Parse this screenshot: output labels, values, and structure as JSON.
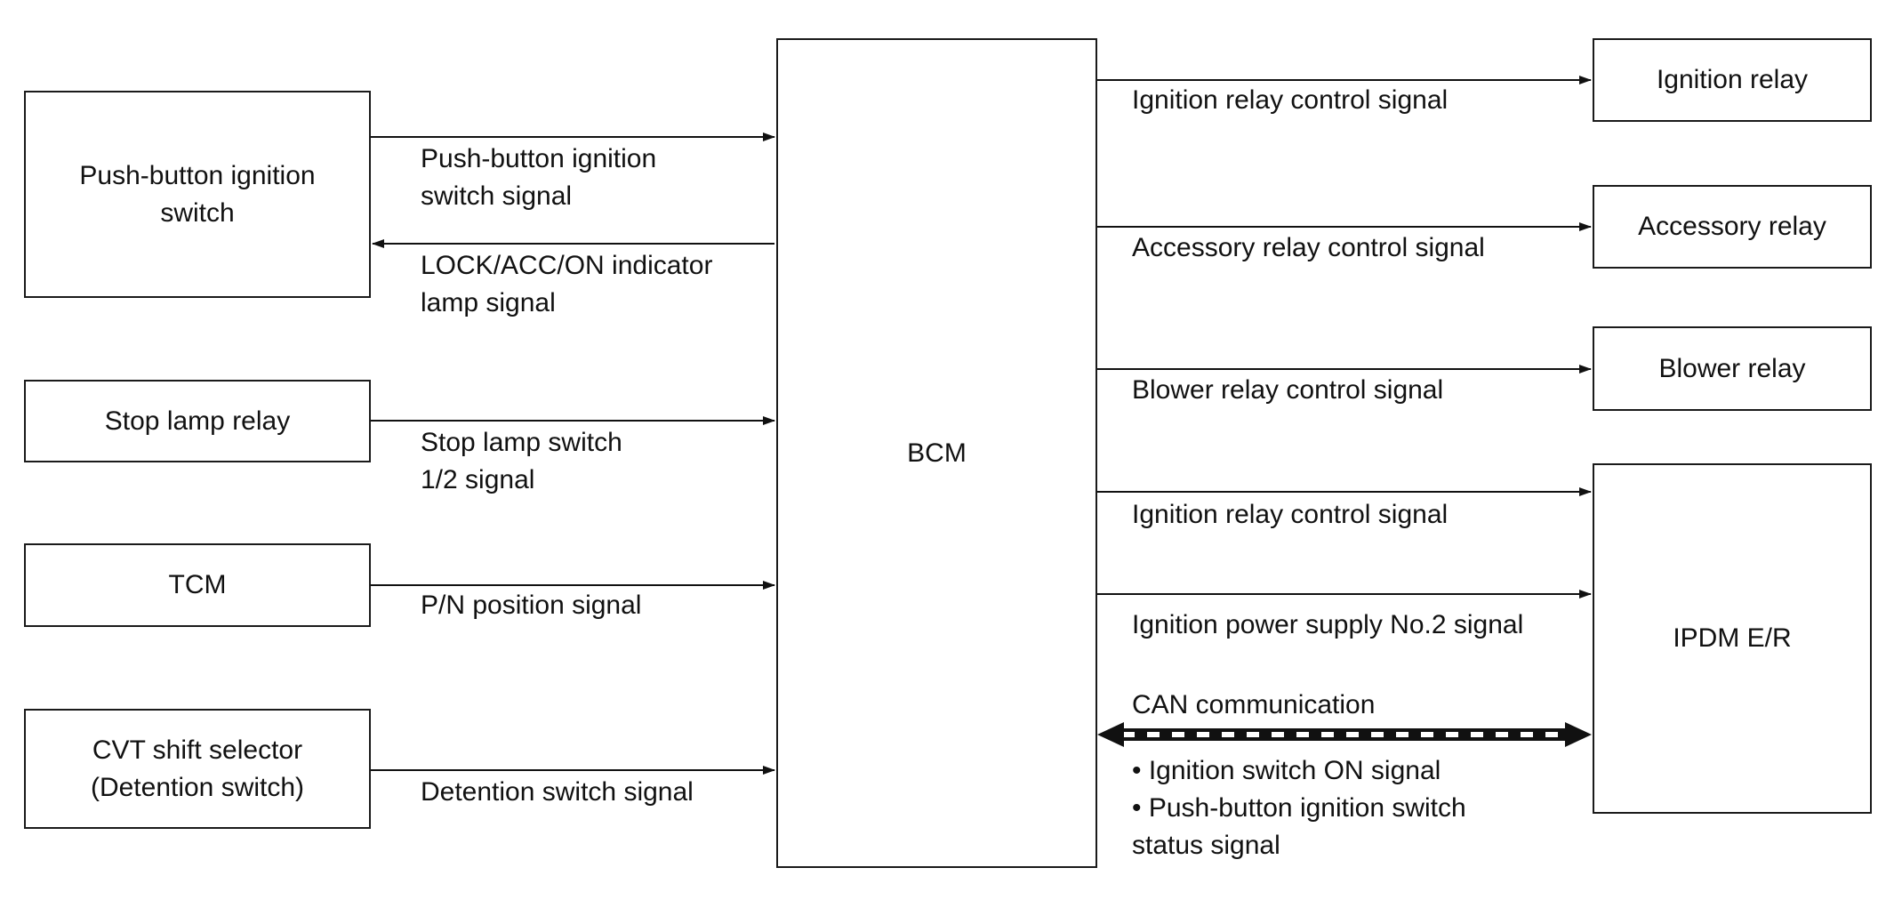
{
  "blocks": {
    "push_button_switch": "Push-button ignition\nswitch",
    "stop_lamp_relay": "Stop lamp relay",
    "tcm": "TCM",
    "cvt_selector": "CVT shift selector\n(Detention switch)",
    "bcm": "BCM",
    "ignition_relay": "Ignition relay",
    "accessory_relay": "Accessory relay",
    "blower_relay": "Blower relay",
    "ipdm": "IPDM E/R"
  },
  "signals": {
    "push_button_signal": "Push-button ignition\nswitch signal",
    "indicator_lamp_signal": "LOCK/ACC/ON indicator\nlamp signal",
    "stop_lamp_signal": "Stop lamp switch\n1/2 signal",
    "pn_position_signal": "P/N position signal",
    "detention_signal": "Detention switch signal",
    "ignition_relay_ctrl_1": "Ignition relay control signal",
    "accessory_relay_ctrl": "Accessory relay control signal",
    "blower_relay_ctrl": "Blower relay control signal",
    "ignition_relay_ctrl_2": "Ignition relay control signal",
    "ignition_power_no2": "Ignition power supply No.2 signal",
    "can_communication": "CAN communication",
    "can_item_1": "• Ignition switch ON signal",
    "can_item_2": "• Push-button ignition switch\n   status signal"
  }
}
